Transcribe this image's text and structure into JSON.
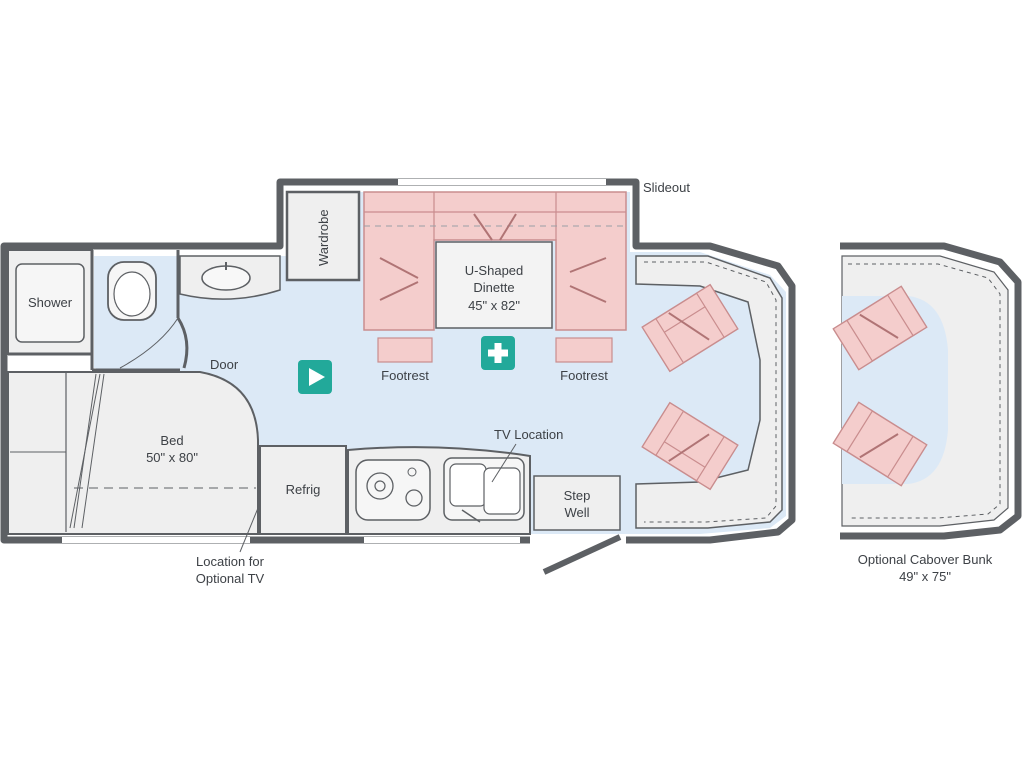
{
  "labels": {
    "slideout": "Slideout",
    "wardrobe": "Wardrobe",
    "shower": "Shower",
    "door": "Door",
    "dinette_name_1": "U-Shaped",
    "dinette_name_2": "Dinette",
    "dinette_size": "45\" x 82\"",
    "footrest_left": "Footrest",
    "footrest_right": "Footrest",
    "bed_name": "Bed",
    "bed_size": "50\" x 80\"",
    "tv_location": "TV Location",
    "refrig": "Refrig",
    "step_well_1": "Step",
    "step_well_2": "Well",
    "optional_tv_1": "Location for",
    "optional_tv_2": "Optional TV",
    "cabover_1": "Optional Cabover Bunk",
    "cabover_2": "49\" x 75\""
  },
  "colors": {
    "wall": "#5d6064",
    "floor": "#dce9f6",
    "cabinet": "#efefef",
    "seat": "#f4cdcc",
    "seat_line": "#c98d8e",
    "icon_teal": "#22a99a",
    "text": "#3d4146"
  },
  "icons": {
    "play": "play-icon",
    "plus": "plus-icon"
  }
}
